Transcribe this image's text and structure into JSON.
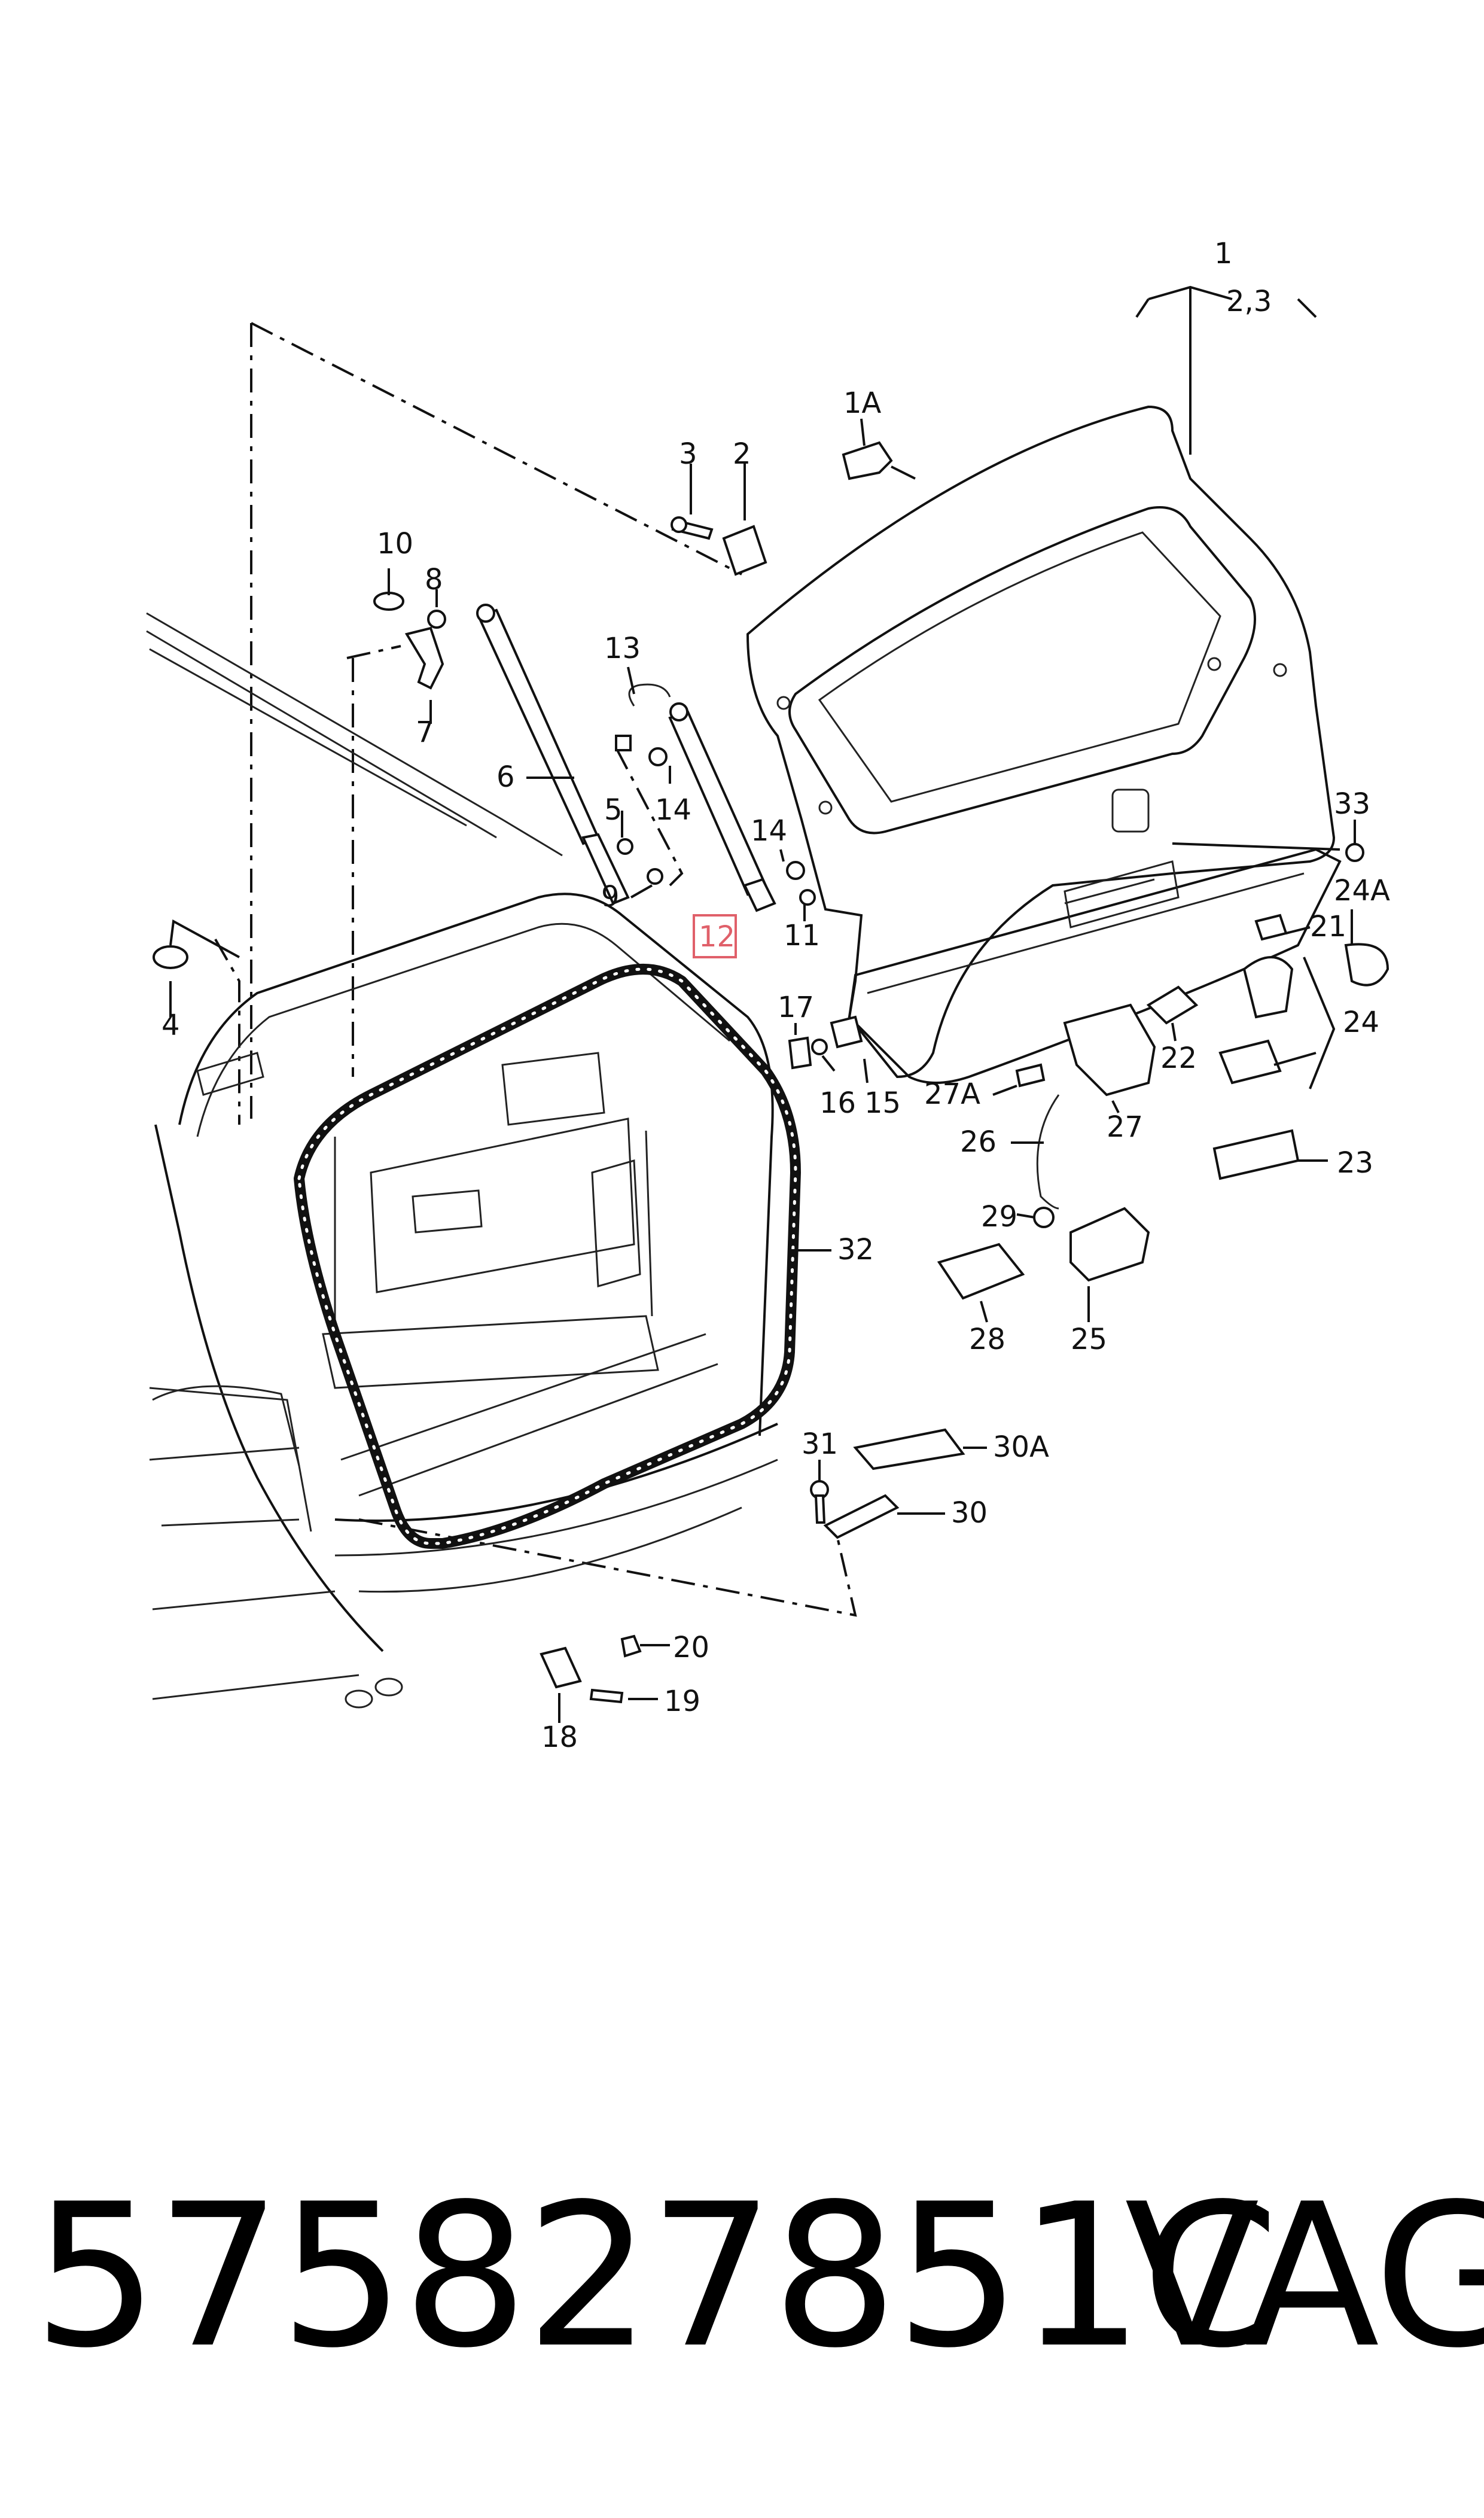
{
  "callouts": [
    {
      "id": "1",
      "text": "1"
    },
    {
      "id": "2_3",
      "text": "2,3"
    },
    {
      "id": "1A",
      "text": "1A"
    },
    {
      "id": "2",
      "text": "2"
    },
    {
      "id": "3",
      "text": "3"
    },
    {
      "id": "4",
      "text": "4"
    },
    {
      "id": "5",
      "text": "5"
    },
    {
      "id": "6",
      "text": "6"
    },
    {
      "id": "7",
      "text": "7"
    },
    {
      "id": "8",
      "text": "8"
    },
    {
      "id": "9",
      "text": "9"
    },
    {
      "id": "10",
      "text": "10"
    },
    {
      "id": "11",
      "text": "11"
    },
    {
      "id": "12",
      "text": "12"
    },
    {
      "id": "13",
      "text": "13"
    },
    {
      "id": "14a",
      "text": "14"
    },
    {
      "id": "14b",
      "text": "14"
    },
    {
      "id": "15",
      "text": "15"
    },
    {
      "id": "16",
      "text": "16"
    },
    {
      "id": "17",
      "text": "17"
    },
    {
      "id": "18",
      "text": "18"
    },
    {
      "id": "19",
      "text": "19"
    },
    {
      "id": "20",
      "text": "20"
    },
    {
      "id": "21",
      "text": "21"
    },
    {
      "id": "22",
      "text": "22"
    },
    {
      "id": "23",
      "text": "23"
    },
    {
      "id": "24",
      "text": "24"
    },
    {
      "id": "24A",
      "text": "24A"
    },
    {
      "id": "25",
      "text": "25"
    },
    {
      "id": "26",
      "text": "26"
    },
    {
      "id": "27",
      "text": "27"
    },
    {
      "id": "27A",
      "text": "27A"
    },
    {
      "id": "28",
      "text": "28"
    },
    {
      "id": "29",
      "text": "29"
    },
    {
      "id": "30",
      "text": "30"
    },
    {
      "id": "30A",
      "text": "30A"
    },
    {
      "id": "31",
      "text": "31"
    },
    {
      "id": "32",
      "text": "32"
    },
    {
      "id": "33",
      "text": "33"
    }
  ],
  "highlighted_callout": "12",
  "colors": {
    "line": "#111111",
    "highlight": "#e0606a",
    "background": "#ffffff"
  },
  "footer": {
    "part_number": "575827851C",
    "brand": "VAG"
  }
}
